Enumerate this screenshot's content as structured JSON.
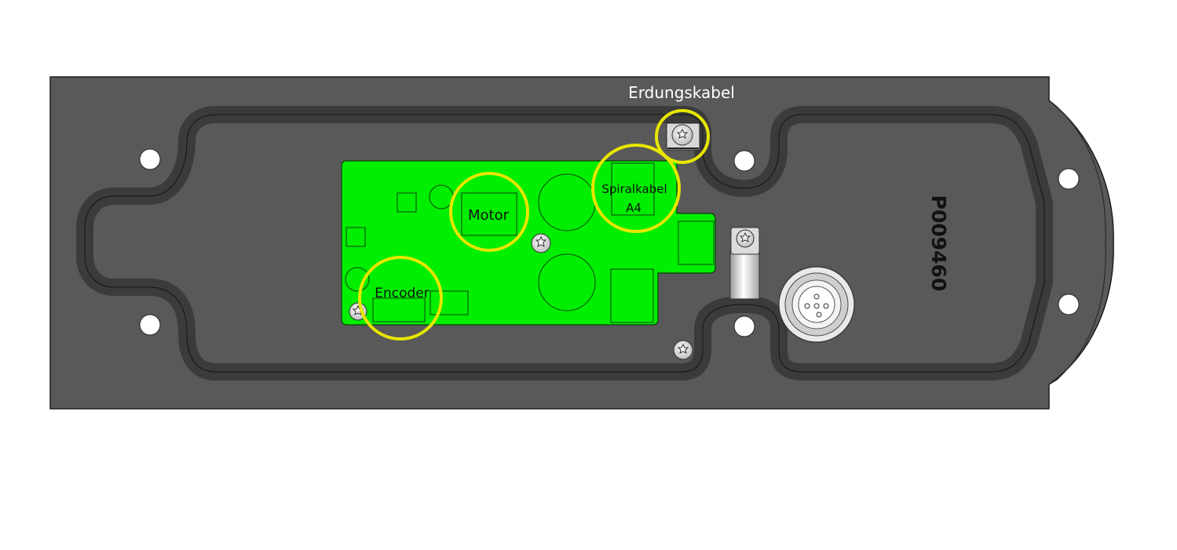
{
  "diagram": {
    "labels": {
      "grounding_cable": "Erdungskabel",
      "motor": "Motor",
      "spiral_cable": "Spiralkabel",
      "spiral_cable_id": "A4",
      "encoder": "Encoder",
      "part_number": "P009460"
    },
    "colors": {
      "housing": "#595959",
      "housing_edge": "#1e1e1e",
      "gasket_channel": "#3d3d3d",
      "pcb": "#00ee00",
      "highlight_ring": "#e8e600",
      "label_light": "#ffffff",
      "label_dark": "#111111"
    }
  }
}
